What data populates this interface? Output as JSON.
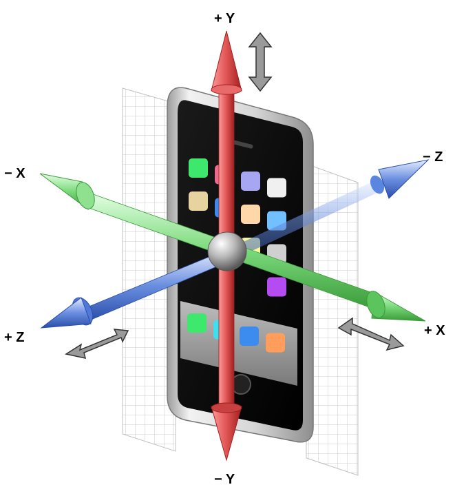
{
  "labels": {
    "pos_y": "+ Y",
    "neg_y": "− Y",
    "pos_x": "+ X",
    "neg_x": "− X",
    "pos_z": "+ Z",
    "neg_z": "− Z"
  },
  "colors": {
    "y_axis": "#e05454",
    "x_axis": "#6fd36f",
    "z_axis": "#4f78d8",
    "hint_arrow": "#8a8a8a",
    "grid": "#c8c8c8",
    "phone_bezel": "#bdbdbd",
    "screen": "#0a0a0a"
  },
  "app_icons": {
    "row1": [
      "#3ee86c",
      "#ee6a8c",
      "#a6a6f2",
      "#f0f0f0"
    ],
    "row2": [
      "#e6d3a0",
      "#3c8cf0",
      "#ffd7a8",
      "#72c0ff"
    ],
    "row3": [
      "#ffffff",
      "#ffffff",
      "#f8f89a",
      "#d0d0d0"
    ],
    "row4": [
      "#ffffff",
      "#ffffff",
      "#ffffff",
      "#b44cf2"
    ],
    "dock": [
      "#3ee86c",
      "#3ee0f0",
      "#3c8cf0",
      "#ff9e5c"
    ]
  },
  "icons": [
    "vertical-double-arrow-icon",
    "diagonal-double-arrow-icon"
  ]
}
